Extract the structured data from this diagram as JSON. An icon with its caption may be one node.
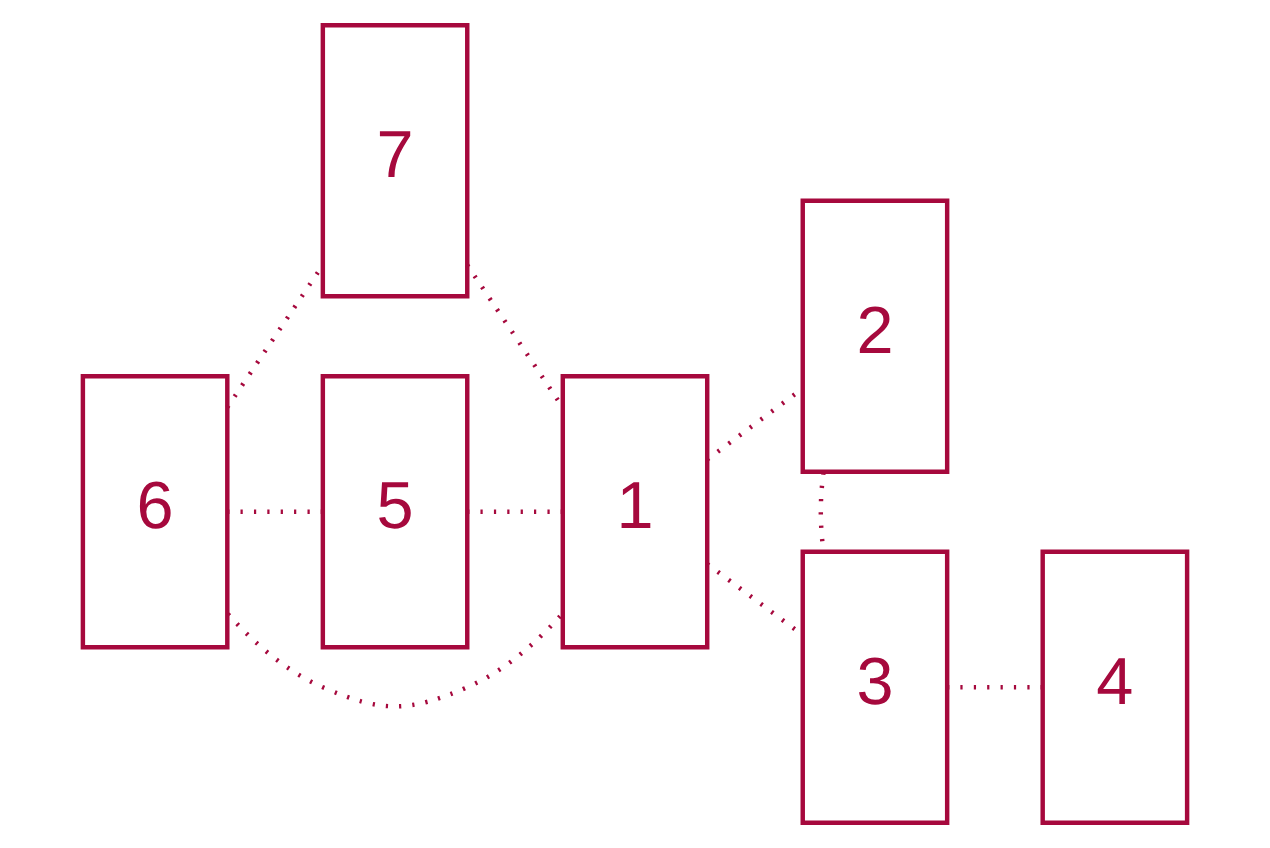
{
  "diagram": {
    "nodes": [
      {
        "text": [
          "7"
        ]
      },
      {
        "text": [
          "2"
        ]
      },
      {
        "text": [
          "6"
        ]
      },
      {
        "text": [
          "1"
        ]
      },
      {
        "text": [
          "4"
        ]
      },
      {
        "text": [
          "5"
        ]
      },
      {
        "text": [
          "3"
        ]
      }
    ],
    "edges": [
      {
        "from": 2,
        "to": 0,
        "arrow": "none"
      },
      {
        "from": 0,
        "to": 3,
        "arrow": "none"
      },
      {
        "from": 3,
        "to": 1,
        "arrow": "none"
      },
      {
        "from": 1,
        "to": 6,
        "arrow": "none"
      },
      {
        "from": 3,
        "to": 6,
        "arrow": "none"
      },
      {
        "from": 6,
        "to": 4,
        "arrow": "none"
      },
      {
        "from": 2,
        "to": 3,
        "arrow": "none"
      },
      {
        "from": 2,
        "to": 5,
        "arrow": "none"
      },
      {
        "from": 5,
        "to": 3,
        "arrow": "none"
      }
    ]
  }
}
